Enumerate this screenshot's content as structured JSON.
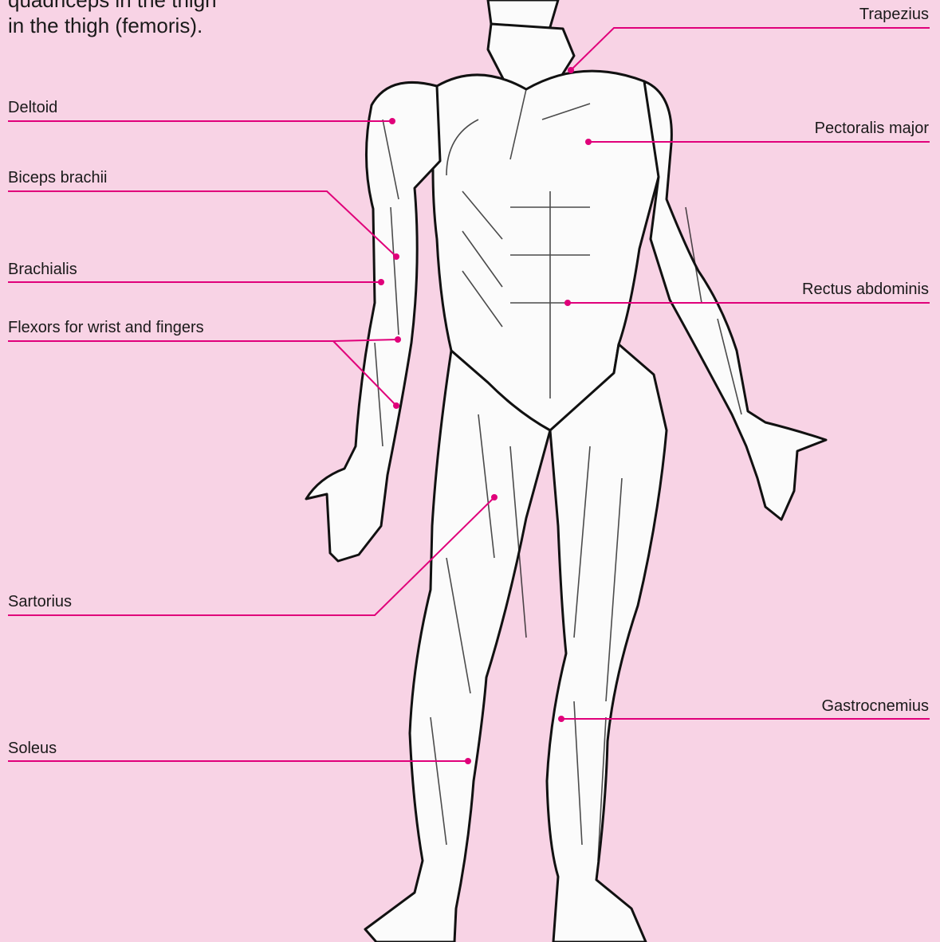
{
  "intro_text": {
    "line1": "quadriceps in the thigh",
    "line2": "in the thigh (femoris)."
  },
  "accent_color": "#e0007a",
  "figure_stroke_color": "#111111",
  "labels": {
    "trapezius": "Trapezius",
    "deltoid": "Deltoid",
    "pectoralis_major": "Pectoralis major",
    "biceps_brachii": "Biceps brachii",
    "brachialis": "Brachialis",
    "rectus_abdominis": "Rectus abdominis",
    "flexors": "Flexors for wrist and fingers",
    "sartorius": "Sartorius",
    "gastrocnemius": "Gastrocnemius",
    "soleus": "Soleus"
  }
}
